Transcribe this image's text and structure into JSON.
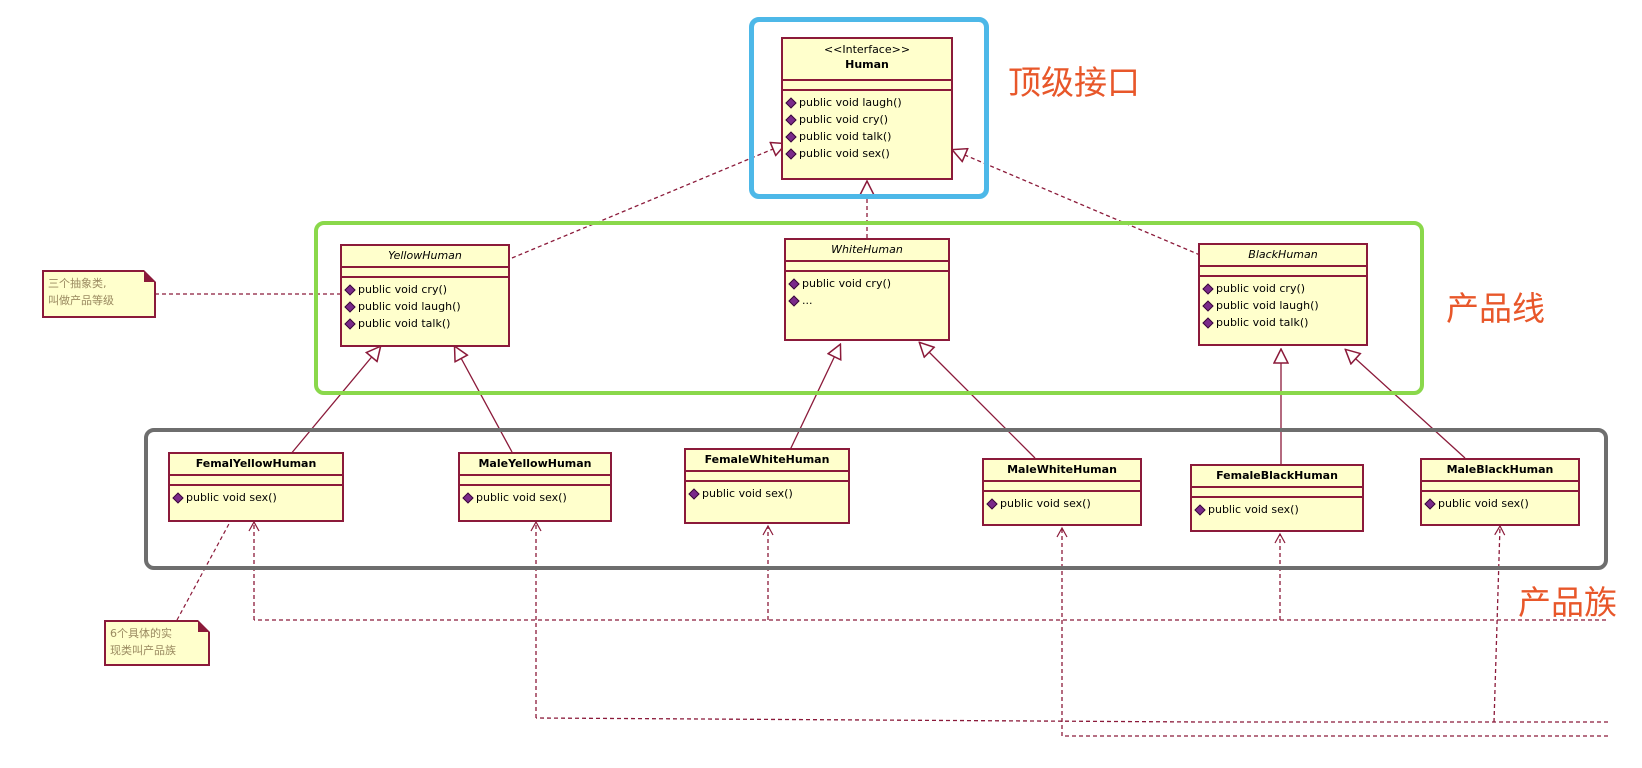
{
  "interface": {
    "stereotype": "<<Interface>>",
    "name": "Human",
    "operations": [
      "public void laugh()",
      "public void cry()",
      "public void talk()",
      "public void sex()"
    ]
  },
  "abstract_classes": {
    "yellow": {
      "name": "YellowHuman",
      "operations": [
        "public void cry()",
        "public void laugh()",
        "public void talk()"
      ]
    },
    "white": {
      "name": "WhiteHuman",
      "operations": [
        "public void cry()",
        "..."
      ]
    },
    "black": {
      "name": "BlackHuman",
      "operations": [
        "public void cry()",
        "public void laugh()",
        "public void talk()"
      ]
    }
  },
  "concrete_classes": {
    "femal_yellow": {
      "name": "FemalYellowHuman",
      "operation": "public void sex()"
    },
    "male_yellow": {
      "name": "MaleYellowHuman",
      "operation": "public void sex()"
    },
    "female_white": {
      "name": "FemaleWhiteHuman",
      "operation": "public void sex()"
    },
    "male_white": {
      "name": "MaleWhiteHuman",
      "operation": "public void sex()"
    },
    "female_black": {
      "name": "FemaleBlackHuman",
      "operation": "public void sex()"
    },
    "male_black": {
      "name": "MaleBlackHuman",
      "operation": "public void sex()"
    }
  },
  "notes": {
    "abstract_note": [
      "三个抽象类,",
      "叫做产品等级"
    ],
    "concrete_note": [
      "6个具体的实",
      "现类叫产品族"
    ]
  },
  "labels": {
    "top_interface": "顶级接口",
    "product_line": "产品线",
    "product_family": "产品族"
  },
  "colors": {
    "top_frame": "#4db8e8",
    "line_frame": "#8ad84b",
    "family_frame": "#6e6e6e",
    "uml_line": "#8b1a3a",
    "label_text": "#e8572a",
    "class_fill": "#ffffcc"
  }
}
